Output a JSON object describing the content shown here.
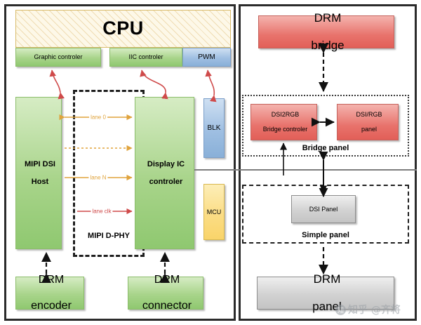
{
  "diagram": {
    "title": "DRM display pipeline block diagram",
    "watermark": {
      "logo": "zhihu-logo",
      "text": "知乎 @齐将"
    }
  },
  "cpu": {
    "label": "CPU",
    "blocks": [
      {
        "label": "Graphic controler",
        "color": "#8fc870"
      },
      {
        "label": "IIC controler",
        "color": "#8fc870"
      },
      {
        "label": "PWM",
        "color": "#89b0d8"
      }
    ]
  },
  "host_side": {
    "mipi_dsi_host": "MIPI DSI\nHost",
    "mipi_dsi_host_line1": "MIPI DSI",
    "mipi_dsi_host_line2": "Host",
    "display_ic_line1": "Display IC",
    "display_ic_line2": "controler",
    "blk": "BLK",
    "mcu": "MCU",
    "dphy_label": "MIPI D-PHY",
    "lanes": [
      {
        "label": "lane 0",
        "style": "solid",
        "direction": "bidirectional",
        "color": "#e0a33c"
      },
      {
        "label": "",
        "style": "dotted",
        "direction": "right",
        "color": "#e0a33c"
      },
      {
        "label": "lane N",
        "style": "solid",
        "direction": "right",
        "color": "#e0a33c"
      },
      {
        "label": "lane clk",
        "style": "solid",
        "direction": "right",
        "color": "#cf4a4a"
      }
    ]
  },
  "drm_left": {
    "encoder_line1": "DRM",
    "encoder_line2": "encoder",
    "connector_line1": "DRM",
    "connector_line2": "connector"
  },
  "right_side": {
    "drm_bridge_line1": "DRM",
    "drm_bridge_line2": "bridge",
    "bridge_panel_label": "Bridge panel",
    "dsi2rgb_line1": "DSI2RGB",
    "dsi2rgb_line2": "Bridge controler",
    "dsi_rgb_panel_line1": "DSI/RGB",
    "dsi_rgb_panel_line2": "panel",
    "simple_panel_label": "Simple panel",
    "dsi_panel": "DSI Panel",
    "drm_panel_line1": "DRM",
    "drm_panel_line2": "panel"
  },
  "colors": {
    "green": "#8fc870",
    "blue": "#89b0d8",
    "yellow": "#f9d46a",
    "red": "#e25f58",
    "gray": "#c4c4c4",
    "cpu_fill": "#fdf8e8",
    "arrow_red": "#cf4a4a",
    "arrow_black": "#111111"
  }
}
